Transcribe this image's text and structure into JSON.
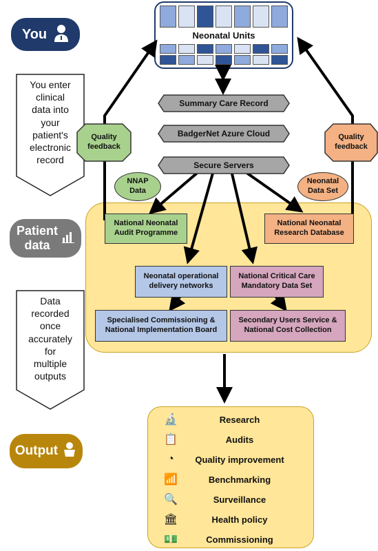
{
  "you": {
    "label": "You",
    "icon": "doctor-icon",
    "color": "#1f3a6b"
  },
  "patient_data": {
    "label_line1": "Patient",
    "label_line2": "data",
    "icon": "bar-chart-icon",
    "color": "#7a7a7a"
  },
  "output": {
    "label": "Output",
    "icon": "baby-icon",
    "color": "#b8860b"
  },
  "side_notes": {
    "top": [
      "You enter",
      "clinical",
      "data into",
      "your",
      "patient's",
      "electronic",
      "record"
    ],
    "bottom": [
      "Data",
      "recorded",
      "once",
      "accurately",
      "for",
      "multiple",
      "outputs"
    ]
  },
  "neonatal_units": {
    "title": "Neonatal Units"
  },
  "pipeline": {
    "summary_care": "Summary Care Record",
    "badgernet": "BadgerNet Azure Cloud",
    "secure_servers": "Secure Servers"
  },
  "feedback": {
    "left": [
      "Quality",
      "feedback"
    ],
    "right": [
      "Quality",
      "feedback"
    ]
  },
  "datasets": {
    "nnap": [
      "NNAP",
      "Data"
    ],
    "neonatal": [
      "Neonatal",
      "Data Set"
    ]
  },
  "organisations": {
    "nnap": [
      "National Neonatal",
      "Audit Programme"
    ],
    "nnrd": [
      "National Neonatal",
      "Research Database"
    ],
    "odn": [
      "Neonatal operational",
      "delivery networks"
    ],
    "nccmds": [
      "National Critical Care",
      "Mandatory Data Set"
    ],
    "specialised": [
      "Specialised Commissioning &",
      "National Implementation Board"
    ],
    "sus": [
      "Secondary Users Service &",
      "National Cost Collection"
    ]
  },
  "outputs": [
    {
      "label": "Research",
      "icon": "microscope-icon"
    },
    {
      "label": "Audits",
      "icon": "clipboard-icon"
    },
    {
      "label": "Quality improvement",
      "icon": "gauge-icon"
    },
    {
      "label": "Benchmarking",
      "icon": "stairs-icon"
    },
    {
      "label": "Surveillance",
      "icon": "magnifier-icon"
    },
    {
      "label": "Health policy",
      "icon": "building-icon"
    },
    {
      "label": "Commissioning",
      "icon": "money-icon"
    }
  ],
  "colors": {
    "green": "#a9d18e",
    "orange": "#f4b183",
    "blue": "#b4c7e7",
    "pink": "#d5a6bd",
    "yellow": "#ffe699",
    "grey": "#a6a6a6",
    "unit_dark": "#2f5597",
    "unit_mid": "#8faadc",
    "unit_light": "#dae3f3"
  }
}
